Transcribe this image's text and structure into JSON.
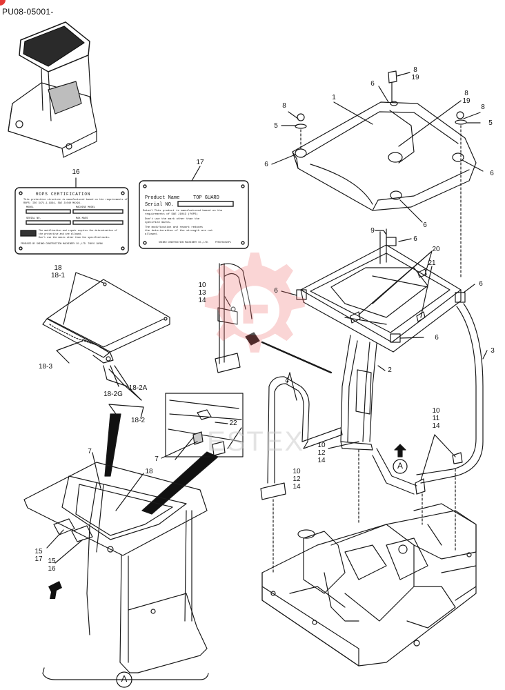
{
  "page": {
    "title": "PU08-05001-",
    "detail_view_label": "A"
  },
  "plates": {
    "rops": {
      "heading": "ROPS CERTIFICATION",
      "lines": [
        "This protective structure is manufactured based on the requirements of",
        "ROPS: ISO 3471-1-1994, SAE J1040 MAY94.",
        "MODEL",
        "MACHINE MODEL",
        "SERIAL NO.",
        "MAX MASS",
        "The modification and repair expires the determination of",
        "the protective and are allowed.",
        "Don't use the mesic other than the specified marks.",
        "PRODUCED BY SHINKO CONSTRUCTION MACHINERY CO.,LTD. TOKYO JAPAN"
      ]
    },
    "top_guard": {
      "product_label": "Product Name",
      "product_value": "TOP GUARD",
      "serial_label": "Serial NO.",
      "lines": [
        "Detail This product is manufactured based on the",
        "requirements of SAE J1043 (FOPS)",
        "Don't use the mark other than the",
        "specified marks.",
        "The modification and rework reduces",
        "the deterioration of the strength are not",
        "allowed.",
        "SHINKO CONSTRUCTION MACHINERY CO.,LTD.",
        "PV03T0101SP1"
      ]
    }
  },
  "callouts": [
    {
      "id": "c16",
      "lines": [
        "16"
      ]
    },
    {
      "id": "c17",
      "lines": [
        "17"
      ]
    },
    {
      "id": "c18",
      "lines": [
        "18",
        "18-1"
      ]
    },
    {
      "id": "c18-3",
      "lines": [
        "18-3"
      ]
    },
    {
      "id": "c18-2G",
      "lines": [
        "18-2G"
      ]
    },
    {
      "id": "c18-2A",
      "lines": [
        "18-2A"
      ]
    },
    {
      "id": "c18-2",
      "lines": [
        "18-2"
      ]
    },
    {
      "id": "c10a",
      "lines": [
        "10",
        "13",
        "14"
      ]
    },
    {
      "id": "c7a",
      "lines": [
        "7"
      ]
    },
    {
      "id": "c7b",
      "lines": [
        "7"
      ]
    },
    {
      "id": "c18b",
      "lines": [
        "18"
      ]
    },
    {
      "id": "c22",
      "lines": [
        "22"
      ]
    },
    {
      "id": "c15a",
      "lines": [
        "15",
        "17"
      ]
    },
    {
      "id": "c15b",
      "lines": [
        "15",
        "16"
      ]
    },
    {
      "id": "c8a",
      "lines": [
        "8",
        "19"
      ]
    },
    {
      "id": "c8b",
      "lines": [
        "8",
        "19"
      ]
    },
    {
      "id": "c8c",
      "lines": [
        "8"
      ]
    },
    {
      "id": "c8d",
      "lines": [
        "8"
      ]
    },
    {
      "id": "c1",
      "lines": [
        "1"
      ]
    },
    {
      "id": "c6a",
      "lines": [
        "6"
      ]
    },
    {
      "id": "c5a",
      "lines": [
        "5"
      ]
    },
    {
      "id": "c5b",
      "lines": [
        "5"
      ]
    },
    {
      "id": "c6b",
      "lines": [
        "6"
      ]
    },
    {
      "id": "c6c",
      "lines": [
        "6"
      ]
    },
    {
      "id": "c6d",
      "lines": [
        "6"
      ]
    },
    {
      "id": "c9",
      "lines": [
        "9"
      ]
    },
    {
      "id": "c6e",
      "lines": [
        "6"
      ]
    },
    {
      "id": "c20",
      "lines": [
        "20"
      ]
    },
    {
      "id": "c21",
      "lines": [
        "21"
      ]
    },
    {
      "id": "c6f",
      "lines": [
        "6"
      ]
    },
    {
      "id": "c6g",
      "lines": [
        "6"
      ]
    },
    {
      "id": "c6h",
      "lines": [
        "6"
      ]
    },
    {
      "id": "c3",
      "lines": [
        "3"
      ]
    },
    {
      "id": "c2",
      "lines": [
        "2"
      ]
    },
    {
      "id": "c4",
      "lines": [
        "4"
      ]
    },
    {
      "id": "c10b",
      "lines": [
        "10",
        "11",
        "14"
      ]
    },
    {
      "id": "c10c",
      "lines": [
        "10",
        "12",
        "14"
      ]
    },
    {
      "id": "c10d",
      "lines": [
        "10",
        "12",
        "14"
      ]
    }
  ],
  "watermark": {
    "text": "ESTEX"
  },
  "colors": {
    "line": "#1a1a1a",
    "accent": "#e53935",
    "watermark": "#f06a6a"
  }
}
